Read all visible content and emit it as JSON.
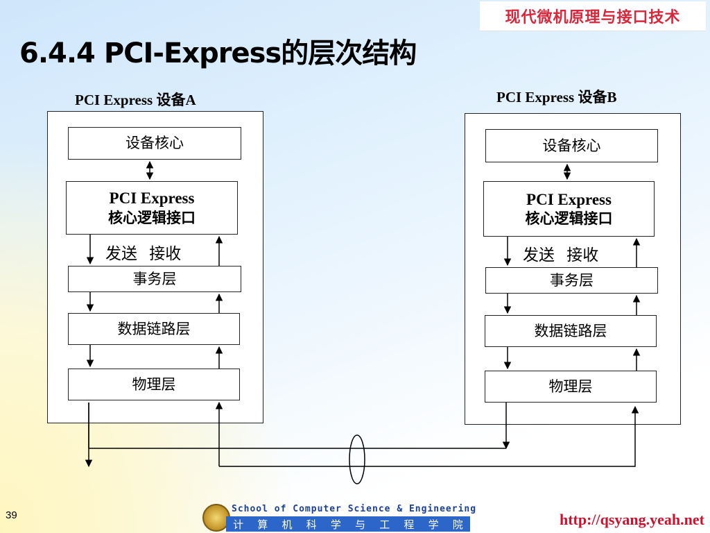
{
  "header": {
    "course_name": "现代微机原理与接口技术",
    "title": "6.4.4 PCI-Express的层次结构"
  },
  "diagram": {
    "device_a": {
      "label": "PCI Express 设备A",
      "core": "设备核心",
      "logic_line1": "PCI Express",
      "logic_line2": "核心逻辑接口",
      "send_receive": "发送 接收",
      "transaction": "事务层",
      "data_link": "数据链路层",
      "physical": "物理层"
    },
    "device_b": {
      "label": "PCI Express 设备B",
      "core": "设备核心",
      "logic_line1": "PCI Express",
      "logic_line2": "核心逻辑接口",
      "send_receive": "发送 接收",
      "transaction": "事务层",
      "data_link": "数据链路层",
      "physical": "物理层"
    }
  },
  "footer": {
    "page_number": "39",
    "school_en": "School of Computer Science & Engineering",
    "school_cn": [
      "计",
      "算",
      "机",
      "科",
      "学",
      "与",
      "工",
      "程",
      "学",
      "院"
    ],
    "url": "http://qsyang.yeah.net"
  },
  "colors": {
    "banner_text": "#d8263a",
    "url_text": "#c8142e",
    "school_band": "#2c66c8"
  }
}
